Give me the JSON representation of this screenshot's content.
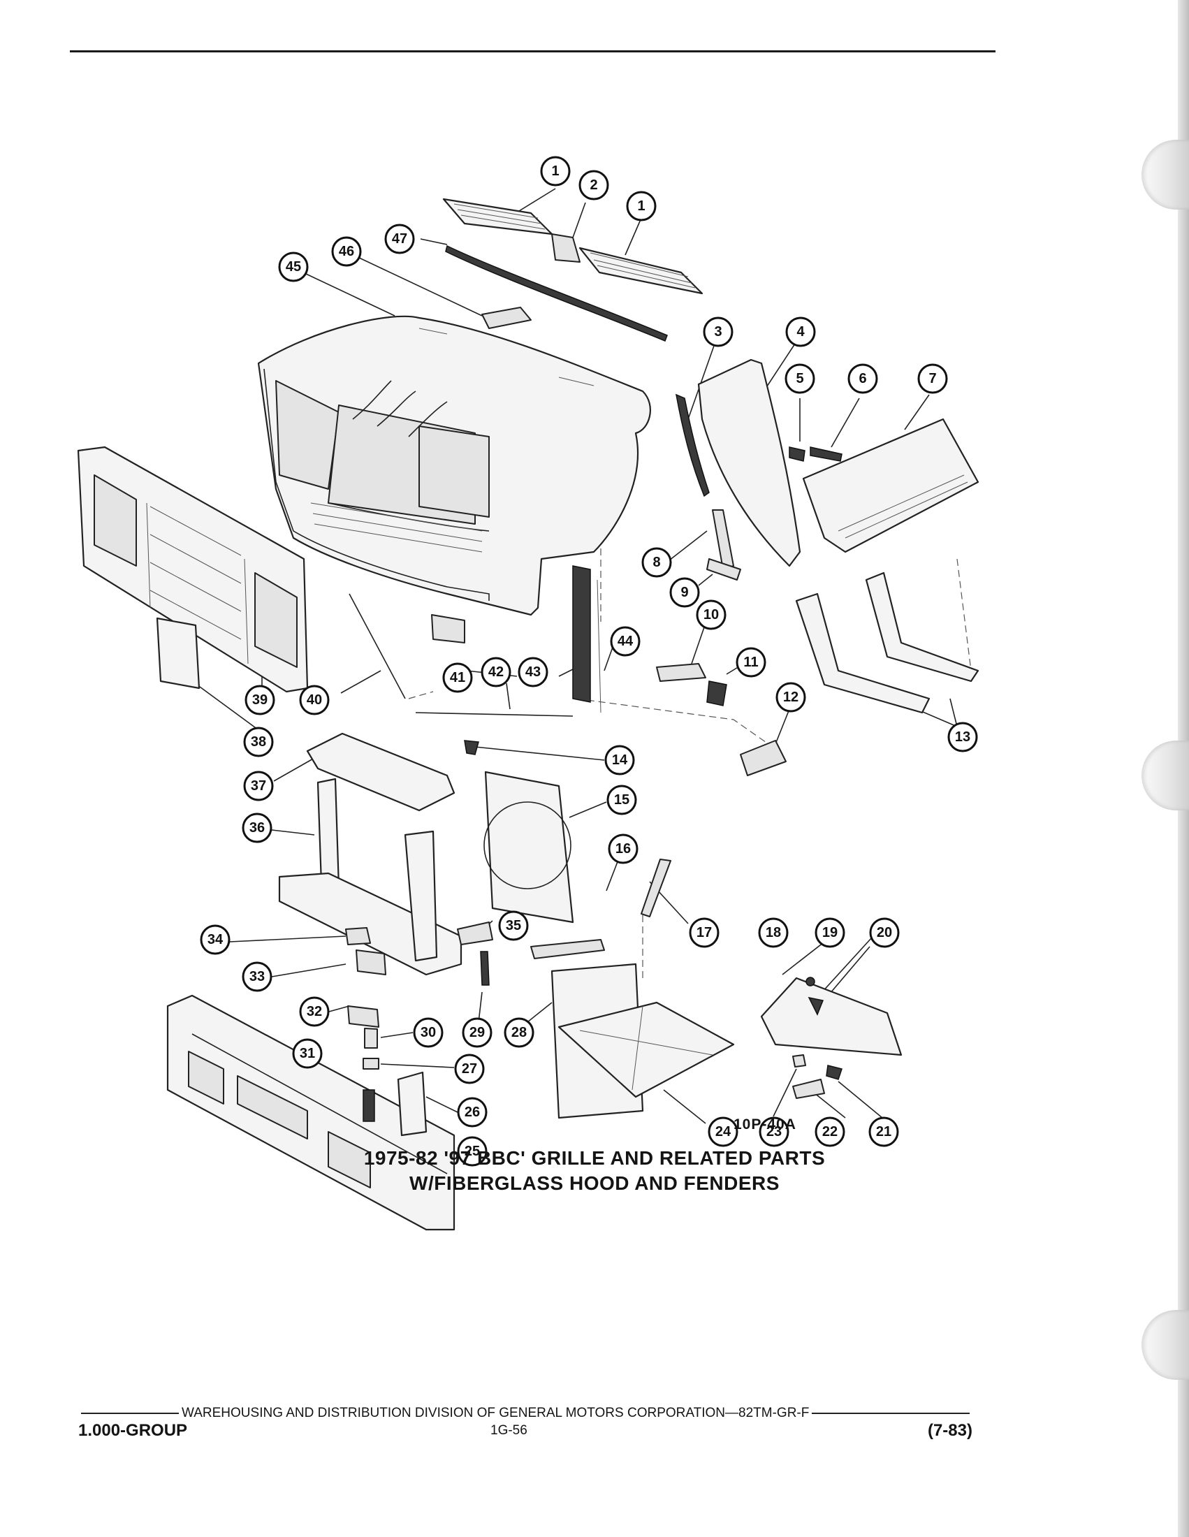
{
  "figure_code": "10P-40A",
  "caption": {
    "line1": "1975-82 '97 BBC' GRILLE AND RELATED PARTS",
    "line2": "W/FIBERGLASS HOOD AND FENDERS"
  },
  "footer": {
    "publisher": "WAREHOUSING AND DISTRIBUTION  DIVISION OF GENERAL MOTORS CORPORATION—82TM-GR-F",
    "group": "1.000-GROUP",
    "page": "1G-56",
    "revision": "(7-83)"
  },
  "callouts": [
    {
      "id": "c1a",
      "label": "1"
    },
    {
      "id": "c2",
      "label": "2"
    },
    {
      "id": "c1b",
      "label": "1"
    },
    {
      "id": "c47",
      "label": "47"
    },
    {
      "id": "c46",
      "label": "46"
    },
    {
      "id": "c45",
      "label": "45"
    },
    {
      "id": "c3",
      "label": "3"
    },
    {
      "id": "c4",
      "label": "4"
    },
    {
      "id": "c5",
      "label": "5"
    },
    {
      "id": "c6",
      "label": "6"
    },
    {
      "id": "c7",
      "label": "7"
    },
    {
      "id": "c8",
      "label": "8"
    },
    {
      "id": "c9",
      "label": "9"
    },
    {
      "id": "c10",
      "label": "10"
    },
    {
      "id": "c11",
      "label": "11"
    },
    {
      "id": "c12",
      "label": "12"
    },
    {
      "id": "c13",
      "label": "13"
    },
    {
      "id": "c44",
      "label": "44"
    },
    {
      "id": "c41",
      "label": "41"
    },
    {
      "id": "c42",
      "label": "42"
    },
    {
      "id": "c43",
      "label": "43"
    },
    {
      "id": "c39",
      "label": "39"
    },
    {
      "id": "c40",
      "label": "40"
    },
    {
      "id": "c38",
      "label": "38"
    },
    {
      "id": "c37",
      "label": "37"
    },
    {
      "id": "c14",
      "label": "14"
    },
    {
      "id": "c15",
      "label": "15"
    },
    {
      "id": "c36",
      "label": "36"
    },
    {
      "id": "c16",
      "label": "16"
    },
    {
      "id": "c17",
      "label": "17"
    },
    {
      "id": "c18",
      "label": "18"
    },
    {
      "id": "c19",
      "label": "19"
    },
    {
      "id": "c20",
      "label": "20"
    },
    {
      "id": "c34",
      "label": "34"
    },
    {
      "id": "c35",
      "label": "35"
    },
    {
      "id": "c33",
      "label": "33"
    },
    {
      "id": "c32",
      "label": "32"
    },
    {
      "id": "c30",
      "label": "30"
    },
    {
      "id": "c29",
      "label": "29"
    },
    {
      "id": "c28",
      "label": "28"
    },
    {
      "id": "c31",
      "label": "31"
    },
    {
      "id": "c27",
      "label": "27"
    },
    {
      "id": "c26",
      "label": "26"
    },
    {
      "id": "c25",
      "label": "25"
    },
    {
      "id": "c24",
      "label": "24"
    },
    {
      "id": "c23",
      "label": "23"
    },
    {
      "id": "c22",
      "label": "22"
    },
    {
      "id": "c21",
      "label": "21"
    }
  ]
}
